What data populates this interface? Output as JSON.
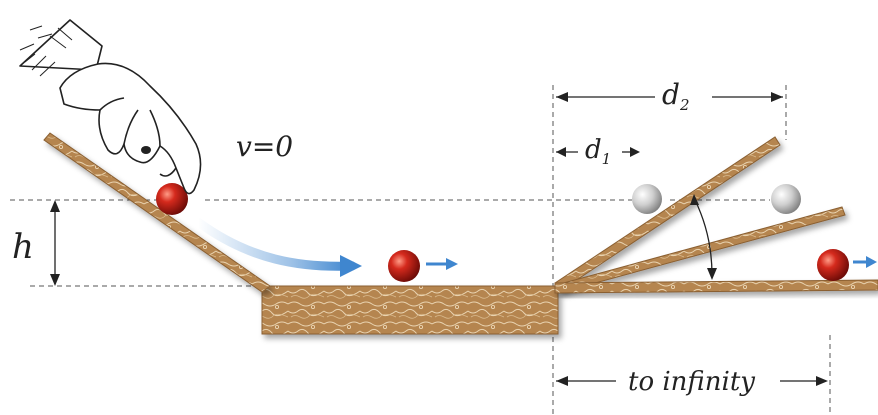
{
  "labels": {
    "v_label": "v=0",
    "h_label": "h",
    "d1_main": "d",
    "d1_sub": "1",
    "d2_main": "d",
    "d2_sub": "2",
    "infinity_label": "to infinity"
  },
  "colors": {
    "wood": "#b5854f",
    "wood_dark": "#8a5f30",
    "ball_red": "#c01b14",
    "ball_gray": "#bdbdbd",
    "arrow_blue": "#3f86cf",
    "dashed": "#555555"
  },
  "icons": {
    "hand": "hand-icon",
    "motion_arrow": "arrow-right-icon"
  }
}
